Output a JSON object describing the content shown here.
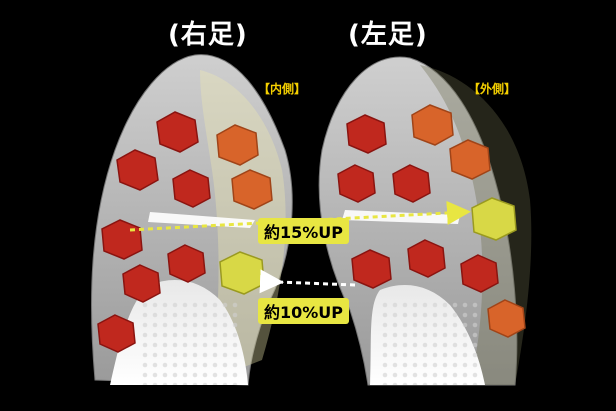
{
  "titles": {
    "right_foot": "(右足)",
    "left_foot": "(左足)"
  },
  "tags": {
    "medial": "【内側】",
    "lateral": "【外側】"
  },
  "annotations": {
    "up15": "約15%UP",
    "up10": "約10%UP"
  },
  "colors": {
    "background": "#000000",
    "sole_gray": "#b9b9b9",
    "red_pod": "#c0281e",
    "orange_pod": "#d8642a",
    "yellow_pod": "#d8d846",
    "highlight_yellow": "#e8e642",
    "tag_yellow": "#f5d000"
  },
  "icons": {
    "arrow_right": "arrow-right-icon",
    "arrow_left": "arrow-left-icon"
  }
}
